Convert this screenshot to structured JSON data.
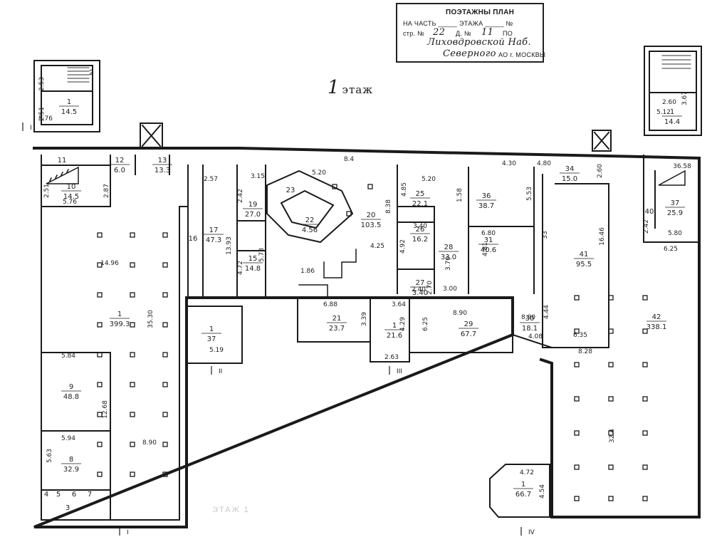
{
  "stamp": {
    "title": "ПОЭТАЖНЫ ПЛАН",
    "line1": "НА ЧАСТЬ _____ ЭТАЖА _____ №",
    "line2_prefix": "стр. №",
    "building_no": "22",
    "house_label": "Д. №",
    "house_no": "11",
    "by_label": "ПО",
    "street_line1": "Лиховдровской Наб.",
    "street_line2": "Северного",
    "city": "АО г. МОСКВЫ"
  },
  "floor_title": "1",
  "floor_suffix": "этаж",
  "watermark": "ЭТАЖ 1",
  "rooms": [
    {
      "num": "1",
      "area": "14.5"
    },
    {
      "num": "11",
      "area": ""
    },
    {
      "num": "12",
      "area": "6.0"
    },
    {
      "num": "13",
      "area": "13.3"
    },
    {
      "num": "10",
      "area": "14.5"
    },
    {
      "num": "19",
      "area": "27.0"
    },
    {
      "num": "17",
      "area": "47.3"
    },
    {
      "num": "16",
      "area": ""
    },
    {
      "num": "15",
      "area": "14.8"
    },
    {
      "num": "23",
      "area": ""
    },
    {
      "num": "22",
      "area": "4.56"
    },
    {
      "num": "20",
      "area": "103.5"
    },
    {
      "num": "25",
      "area": "22.1"
    },
    {
      "num": "26",
      "area": "16.2"
    },
    {
      "num": "27",
      "area": "3.40"
    },
    {
      "num": "28",
      "area": "33.0"
    },
    {
      "num": "36",
      "area": "38.7"
    },
    {
      "num": "31",
      "area": "40.6"
    },
    {
      "num": "34",
      "area": "15.0"
    },
    {
      "num": "41",
      "area": "95.5"
    },
    {
      "num": "37",
      "area": "25.9"
    },
    {
      "num": "40",
      "area": ""
    },
    {
      "num": "1",
      "area": "399.3"
    },
    {
      "num": "1",
      "area": "37"
    },
    {
      "num": "21",
      "area": "23.7"
    },
    {
      "num": "1",
      "area": "21.6"
    },
    {
      "num": "29",
      "area": "67.7"
    },
    {
      "num": "30",
      "area": "18.1"
    },
    {
      "num": "42",
      "area": "338.1"
    },
    {
      "num": "9",
      "area": "48.8"
    },
    {
      "num": "8",
      "area": "32.9"
    },
    {
      "num": "1",
      "area": "66.7"
    },
    {
      "num": "1",
      "area": "14.4"
    },
    {
      "num": "2",
      "area": ""
    },
    {
      "num": "4",
      "area": ""
    },
    {
      "num": "5",
      "area": ""
    },
    {
      "num": "6",
      "area": ""
    },
    {
      "num": "7",
      "area": ""
    },
    {
      "num": "3",
      "area": ""
    }
  ],
  "dimensions": [
    "2.53",
    "2.51",
    "5.76",
    "5.76",
    "2.51",
    "2.87",
    "14.96",
    "35.30",
    "8.90",
    "12.68",
    "5.84",
    "5.94",
    "5.63",
    "2.57",
    "3.15",
    "2.42",
    "13.93",
    "4.72",
    "1.86",
    "5.78",
    "5.20",
    "8.4",
    "8.38",
    "4.25",
    "5.20",
    "4.85",
    "1.58",
    "3.40",
    "4.92",
    "3.70",
    "2.70",
    "2.40",
    "3.00",
    "4.30",
    "8.90",
    "5.53",
    "33",
    "6.80",
    "4.81",
    "6.88",
    "3.39",
    "3.64",
    "4.29",
    "6.25",
    "8.90",
    "4.44",
    "4.08",
    "6.35",
    "2.63",
    "5.19",
    "8.28",
    "16.46",
    "2.60",
    "5.80",
    "6.25",
    "2.42",
    "3.67",
    "32.4",
    "4.72",
    "4.54",
    "36.58",
    "2.60",
    "5.12",
    "4.80"
  ],
  "section_marks": [
    "II",
    "III",
    "I",
    "I",
    "IV"
  ]
}
